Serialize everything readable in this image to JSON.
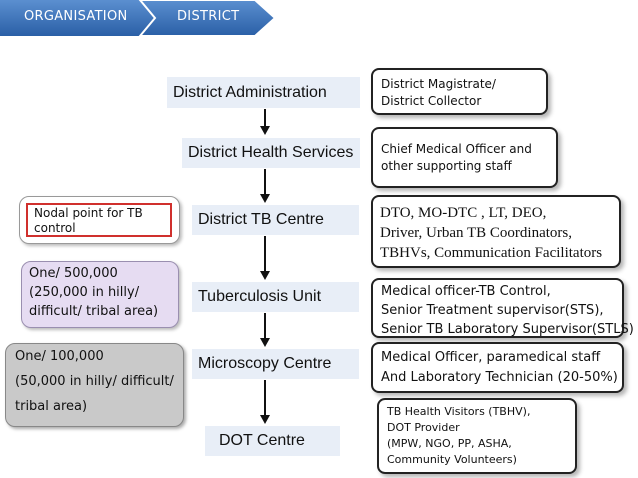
{
  "breadcrumb": {
    "items": [
      "ORGANISATION",
      "DISTRICT"
    ]
  },
  "levels": [
    {
      "label": "District Administration"
    },
    {
      "label": "District Health Services"
    },
    {
      "label": "District TB Centre"
    },
    {
      "label": "Tuberculosis Unit"
    },
    {
      "label": "Microscopy Centre"
    },
    {
      "label": "DOT Centre"
    }
  ],
  "staff": [
    {
      "lines": [
        "District Magistrate/",
        "District Collector"
      ]
    },
    {
      "lines": [
        "Chief Medical Officer and",
        "other supporting staff"
      ]
    },
    {
      "lines": [
        "DTO, MO-DTC , LT, DEO,",
        "Driver, Urban TB Coordinators,",
        "TBHVs,  Communication Facilitators"
      ]
    },
    {
      "lines": [
        "Medical officer-TB Control,",
        "Senior Treatment supervisor(STS),",
        "Senior TB Laboratory Supervisor(STLS)"
      ]
    },
    {
      "lines": [
        "Medical Officer, paramedical staff",
        "And Laboratory Technician (20-50%)"
      ]
    },
    {
      "lines": [
        "TB Health Visitors (TBHV),",
        "DOT Provider",
        "(MPW, NGO, PP, ASHA,",
        "Community Volunteers)"
      ]
    }
  ],
  "notes": {
    "nodal": [
      "Nodal point for TB",
      "control"
    ],
    "tu_population": [
      "One/ 500,000",
      "(250,000 in hilly/",
      "difficult/ tribal area)"
    ],
    "mc_population": [
      "One/ 100,000",
      "(50,000 in hilly/ difficult/",
      "tribal area)"
    ]
  },
  "colors": {
    "breadcrumb_blue": "#2e6db5",
    "level_box": "#e8eef7",
    "purple_note": "#e6dcf2",
    "gray_note": "#c9c9c9",
    "nodal_border": "#d0302d"
  }
}
